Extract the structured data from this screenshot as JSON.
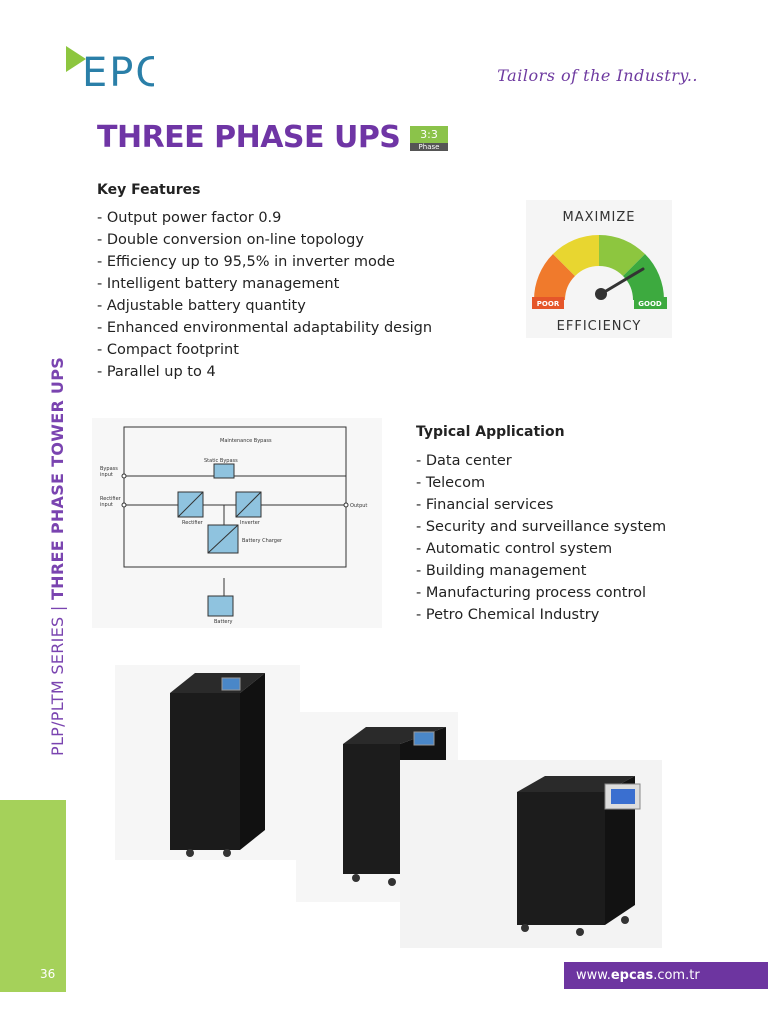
{
  "header": {
    "logo_text": "EPC",
    "tagline": "Tailors of the Industry.."
  },
  "title": {
    "text": "THREE PHASE UPS",
    "badge_top": "3:3",
    "badge_bottom": "Phase"
  },
  "key_features": {
    "heading": "Key Features",
    "items": [
      "- Output power factor 0.9",
      "- Double conversion on-line topology",
      "- Efficiency up to 95,5% in inverter mode",
      "- Intelligent battery management",
      "- Adjustable battery quantity",
      "- Enhanced environmental adaptability design",
      "- Compact footprint",
      "- Parallel up to 4"
    ]
  },
  "gauge": {
    "top_label": "MAXIMIZE",
    "bottom_label": "EFFICIENCY",
    "poor_label": "POOR",
    "good_label": "GOOD",
    "colors": [
      "#f07a2c",
      "#e8d630",
      "#8dc63f",
      "#3daa3f"
    ]
  },
  "diagram": {
    "maintenance_bypass": "Maintenance Bypass",
    "static_bypass": "Static Bypass",
    "bypass_input_1": "Bypass",
    "bypass_input_2": "input",
    "rectifier_input_1": "Rectifier",
    "rectifier_input_2": "input",
    "rectifier": "Rectifier",
    "inverter": "Inverter",
    "output": "Output",
    "battery_charger": "Battery Charger",
    "battery": "Battery"
  },
  "typical_application": {
    "heading": "Typical Application",
    "items": [
      "- Data center",
      "- Telecom",
      "- Financial services",
      "- Security and surveillance system",
      "- Automatic control system",
      "- Building management",
      "- Manufacturing process control",
      "- Petro Chemical Industry"
    ]
  },
  "side": {
    "series": "PLP/PLTM SERIES | ",
    "product": "THREE PHASE TOWER UPS"
  },
  "footer": {
    "page_number": "36",
    "url_prefix": "www.",
    "url_bold": "epcas",
    "url_suffix": ".com.tr"
  }
}
